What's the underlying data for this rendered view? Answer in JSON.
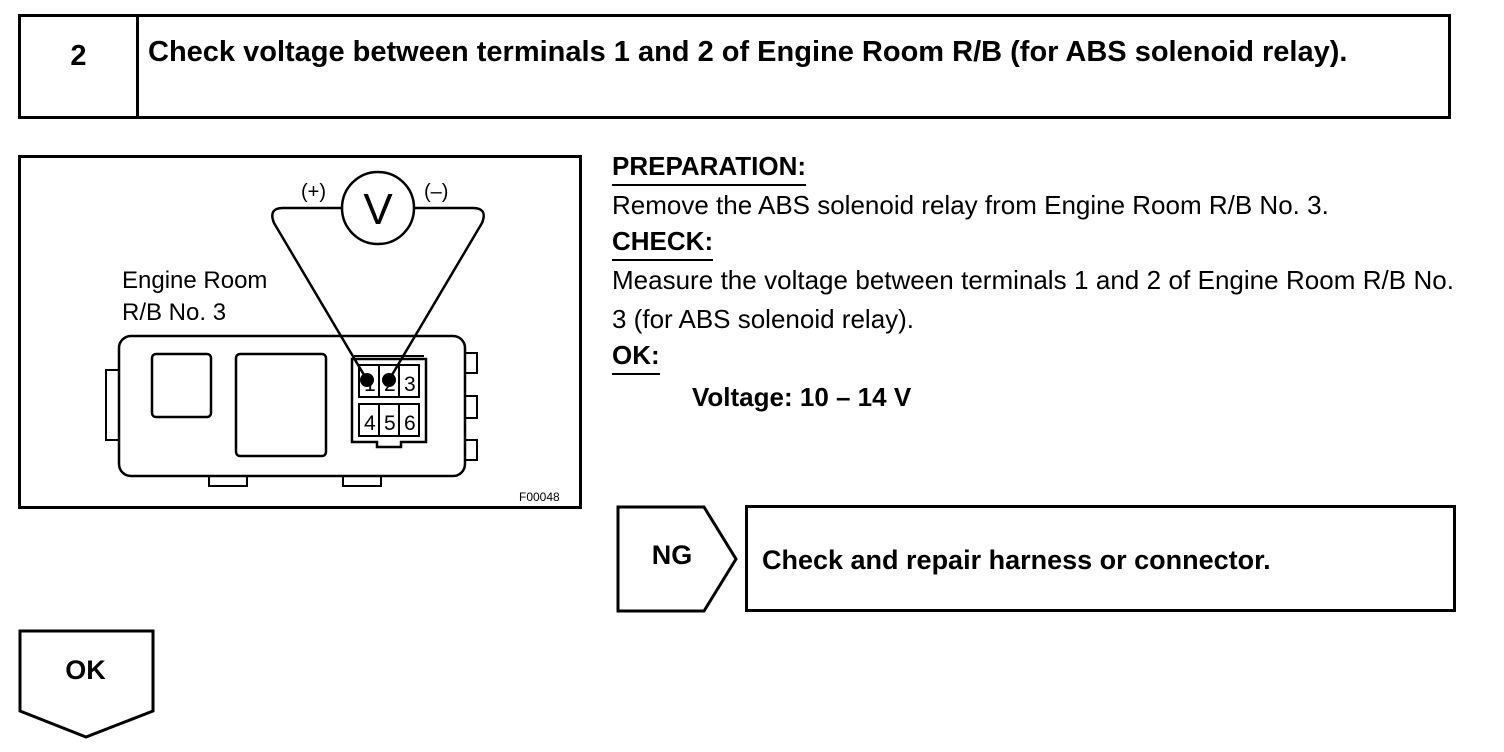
{
  "step": {
    "number": "2",
    "title": "Check voltage between terminals 1 and 2 of Engine Room R/B (for ABS solenoid relay)."
  },
  "figure": {
    "meter_symbol": "V",
    "positive_lead": "(+)",
    "negative_lead": "(–)",
    "component_label_line1": "Engine Room",
    "component_label_line2": "R/B No. 3",
    "terminals": [
      "1",
      "2",
      "3",
      "4",
      "5",
      "6"
    ],
    "figure_code": "F00048"
  },
  "procedure": {
    "preparation_heading": "PREPARATION:",
    "preparation_text": "Remove the ABS solenoid relay from Engine Room R/B No. 3.",
    "check_heading": "CHECK:",
    "check_text": "Measure the voltage between terminals 1 and 2 of Engine Room R/B No. 3 (for ABS solenoid relay).",
    "ok_heading": "OK:",
    "ok_spec": "Voltage: 10 – 14 V"
  },
  "result_ng": {
    "label": "NG",
    "action": "Check and repair harness or connector."
  },
  "result_ok": {
    "label": "OK"
  }
}
